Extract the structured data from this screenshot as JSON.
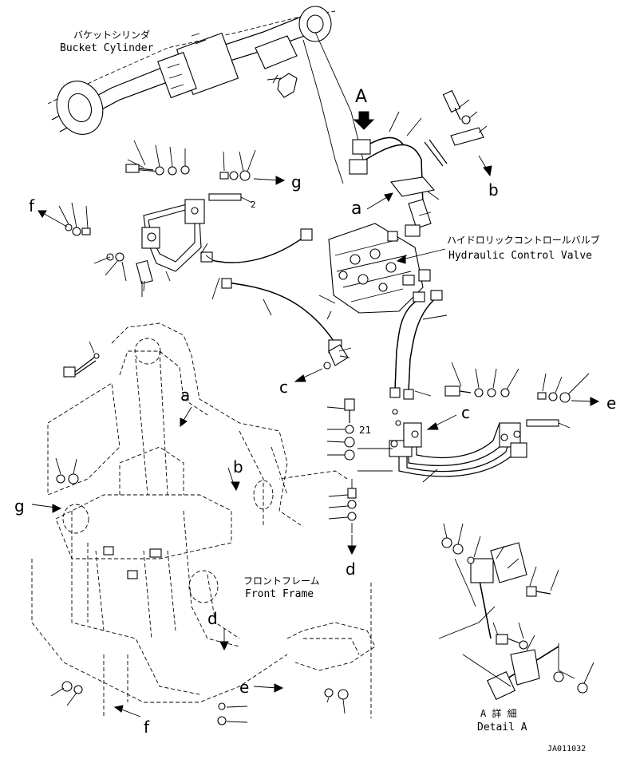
{
  "labels": {
    "bucket_cylinder_jp": "バケットシリンダ",
    "bucket_cylinder_en": "Bucket Cylinder",
    "control_valve_jp": "ハイドロリックコントロールバルブ",
    "control_valve_en": "Hydraulic Control Valve",
    "front_frame_jp": "フロントフレーム",
    "front_frame_en": "Front Frame",
    "detail_a_jp": "A 詳 細",
    "detail_a_en": "Detail A",
    "drawing_code": "JA011032"
  },
  "view_markers": {
    "A": "A",
    "a": "a",
    "b": "b",
    "c": "c",
    "d": "d",
    "e": "e",
    "f": "f",
    "g": "g"
  },
  "callouts": {
    "two": "2",
    "twenty_one": "21"
  }
}
